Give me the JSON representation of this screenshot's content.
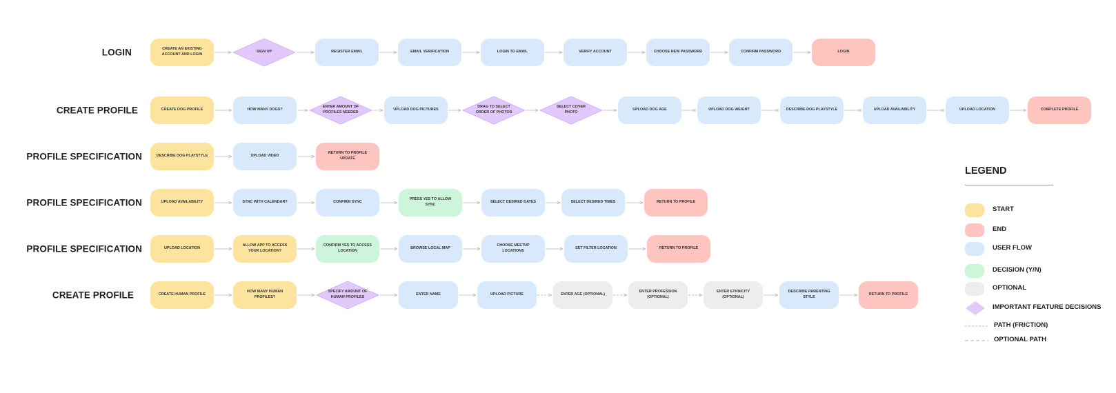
{
  "colors": {
    "start": "#fde49e",
    "end": "#fdc4c0",
    "flow": "#d7e9fb",
    "decision_yn": "#cdf5d9",
    "optional": "#ededed",
    "important": "#e3c8fc",
    "arrow": "#c9c9c9",
    "friction_path": "#f4a7a7",
    "optional_path": "#a8a8a8"
  },
  "rows": [
    {
      "label": "LOGIN",
      "nodes": [
        {
          "text": "CREATE AN EXISTING ACCOUNT AND LOGIN",
          "kind": "start",
          "in": "solid"
        },
        {
          "text": "SIGN UP",
          "kind": "decision",
          "in": "solid"
        },
        {
          "text": "REGISTER EMAIL",
          "kind": "flow",
          "in": "solid"
        },
        {
          "text": "EMAIL VERIFICATION",
          "kind": "flow",
          "in": "solid"
        },
        {
          "text": "LOGIN TO EMAIL",
          "kind": "flow",
          "in": "solid"
        },
        {
          "text": "VERIFY ACCOUNT",
          "kind": "flow",
          "in": "solid"
        },
        {
          "text": "CHOOSE NEW PASSWORD",
          "kind": "flow",
          "in": "solid"
        },
        {
          "text": "CONFIRM PASSWORD",
          "kind": "flow",
          "in": "solid"
        },
        {
          "text": "LOGIN",
          "kind": "end",
          "in": "solid"
        }
      ]
    },
    {
      "label": "CREATE PROFILE",
      "nodes": [
        {
          "text": "CREATE DOG PROFILE",
          "kind": "start",
          "in": "solid"
        },
        {
          "text": "HOW MANY DOGS?",
          "kind": "flow",
          "in": "solid"
        },
        {
          "text": "ENTER AMOUNT OF PROFILES NEEDED",
          "kind": "decision",
          "in": "solid"
        },
        {
          "text": "UPLOAD DOG PICTURES",
          "kind": "flow",
          "in": "solid"
        },
        {
          "text": "DRAG TO SELECT ORDER OF PHOTOS",
          "kind": "decision",
          "in": "solid"
        },
        {
          "text": "SELECT COVER PHOTO",
          "kind": "decision",
          "in": "solid"
        },
        {
          "text": "UPLOAD DOG AGE",
          "kind": "flow",
          "in": "solid"
        },
        {
          "text": "UPLOAD DOG WEIGHT",
          "kind": "flow",
          "in": "solid"
        },
        {
          "text": "DESCRIBE DOG PLAYSTYLE",
          "kind": "flow",
          "in": "solid"
        },
        {
          "text": "UPLOAD AVAILABILITY",
          "kind": "flow",
          "in": "solid"
        },
        {
          "text": "UPLOAD LOCATION",
          "kind": "flow",
          "in": "solid"
        },
        {
          "text": "COMPLETE PROFILE",
          "kind": "end",
          "in": "solid"
        }
      ]
    },
    {
      "label": "PROFILE SPECIFICATION",
      "nodes": [
        {
          "text": "DESCRIBE DOG PLAYSTYLE",
          "kind": "start",
          "in": "solid"
        },
        {
          "text": "UPLOAD VIDEO",
          "kind": "flow",
          "in": "solid"
        },
        {
          "text": "RETURN TO PROFILE UPDATE",
          "kind": "end",
          "in": "solid"
        }
      ]
    },
    {
      "label": "PROFILE SPECIFICATION",
      "nodes": [
        {
          "text": "UPLOAD AVAILABILITY",
          "kind": "start",
          "in": "solid"
        },
        {
          "text": "SYNC WITH CALENDAR?",
          "kind": "flow",
          "in": "solid"
        },
        {
          "text": "CONFIRM SYNC",
          "kind": "flow",
          "in": "solid"
        },
        {
          "text": "PRESS YES TO ALLOW SYNC",
          "kind": "yn",
          "in": "solid"
        },
        {
          "text": "SELECT DESIRED DATES",
          "kind": "flow",
          "in": "solid"
        },
        {
          "text": "SELECT DESIRED TIMES",
          "kind": "flow",
          "in": "solid"
        },
        {
          "text": "RETURN TO PROFILE",
          "kind": "end",
          "in": "solid"
        }
      ]
    },
    {
      "label": "PROFILE SPECIFICATION",
      "nodes": [
        {
          "text": "UPLOAD LOCATION",
          "kind": "start",
          "in": "solid"
        },
        {
          "text": "ALLOW APP TO ACCESS YOUR LOCATION?",
          "kind": "start",
          "in": "solid"
        },
        {
          "text": "CONFIRM YES TO ACCESS LOCATION",
          "kind": "yn",
          "in": "solid"
        },
        {
          "text": "BROWSE LOCAL MAP",
          "kind": "flow",
          "in": "solid"
        },
        {
          "text": "CHOOSE MEETUP LOCATIONS",
          "kind": "flow",
          "in": "solid"
        },
        {
          "text": "SET FILTER LOCATION",
          "kind": "flow",
          "in": "solid"
        },
        {
          "text": "RETURN TO PROFILE",
          "kind": "end",
          "in": "solid"
        }
      ]
    },
    {
      "label": "CREATE PROFILE",
      "nodes": [
        {
          "text": "CREATE HUMAN PROFILE",
          "kind": "start",
          "in": "solid"
        },
        {
          "text": "HOW MANY HUMAN PROFILES?",
          "kind": "start",
          "in": "solid"
        },
        {
          "text": "SPECIFY AMOUNT OF HUMAN PROFILES",
          "kind": "decision",
          "in": "solid"
        },
        {
          "text": "ENTER NAME",
          "kind": "flow",
          "in": "solid"
        },
        {
          "text": "UPLOAD PICTURE",
          "kind": "flow",
          "in": "solid"
        },
        {
          "text": "ENTER AGE (OPTIONAL)",
          "kind": "opt",
          "in": "friction"
        },
        {
          "text": "ENTER PROFESSION (OPTIONAL)",
          "kind": "opt",
          "in": "friction"
        },
        {
          "text": "ENTER ETHNICITY (OPTIONAL)",
          "kind": "opt",
          "in": "friction"
        },
        {
          "text": "DESCRIBE PARENTING STYLE",
          "kind": "flow",
          "in": "solid"
        },
        {
          "text": "RETURN TO PROFILE",
          "kind": "end",
          "in": "solid"
        }
      ]
    }
  ],
  "legend": {
    "title": "LEGEND",
    "items": [
      {
        "label": "START",
        "kind": "start",
        "icon": "rounded-swatch"
      },
      {
        "label": "END",
        "kind": "end",
        "icon": "rounded-swatch"
      },
      {
        "label": "USER FLOW",
        "kind": "flow",
        "icon": "rounded-swatch"
      },
      {
        "label": "DECISION (Y/N)",
        "kind": "yn",
        "icon": "rounded-swatch"
      },
      {
        "label": "OPTIONAL",
        "kind": "opt",
        "icon": "rounded-swatch"
      },
      {
        "label": "IMPORTANT FEATURE DECISIONS",
        "kind": "decision",
        "icon": "diamond-swatch"
      },
      {
        "label": "PATH (FRICTION)",
        "kind": "friction",
        "icon": "dashed-line"
      },
      {
        "label": "OPTIONAL PATH",
        "kind": "optional",
        "icon": "dashed-line"
      }
    ]
  }
}
